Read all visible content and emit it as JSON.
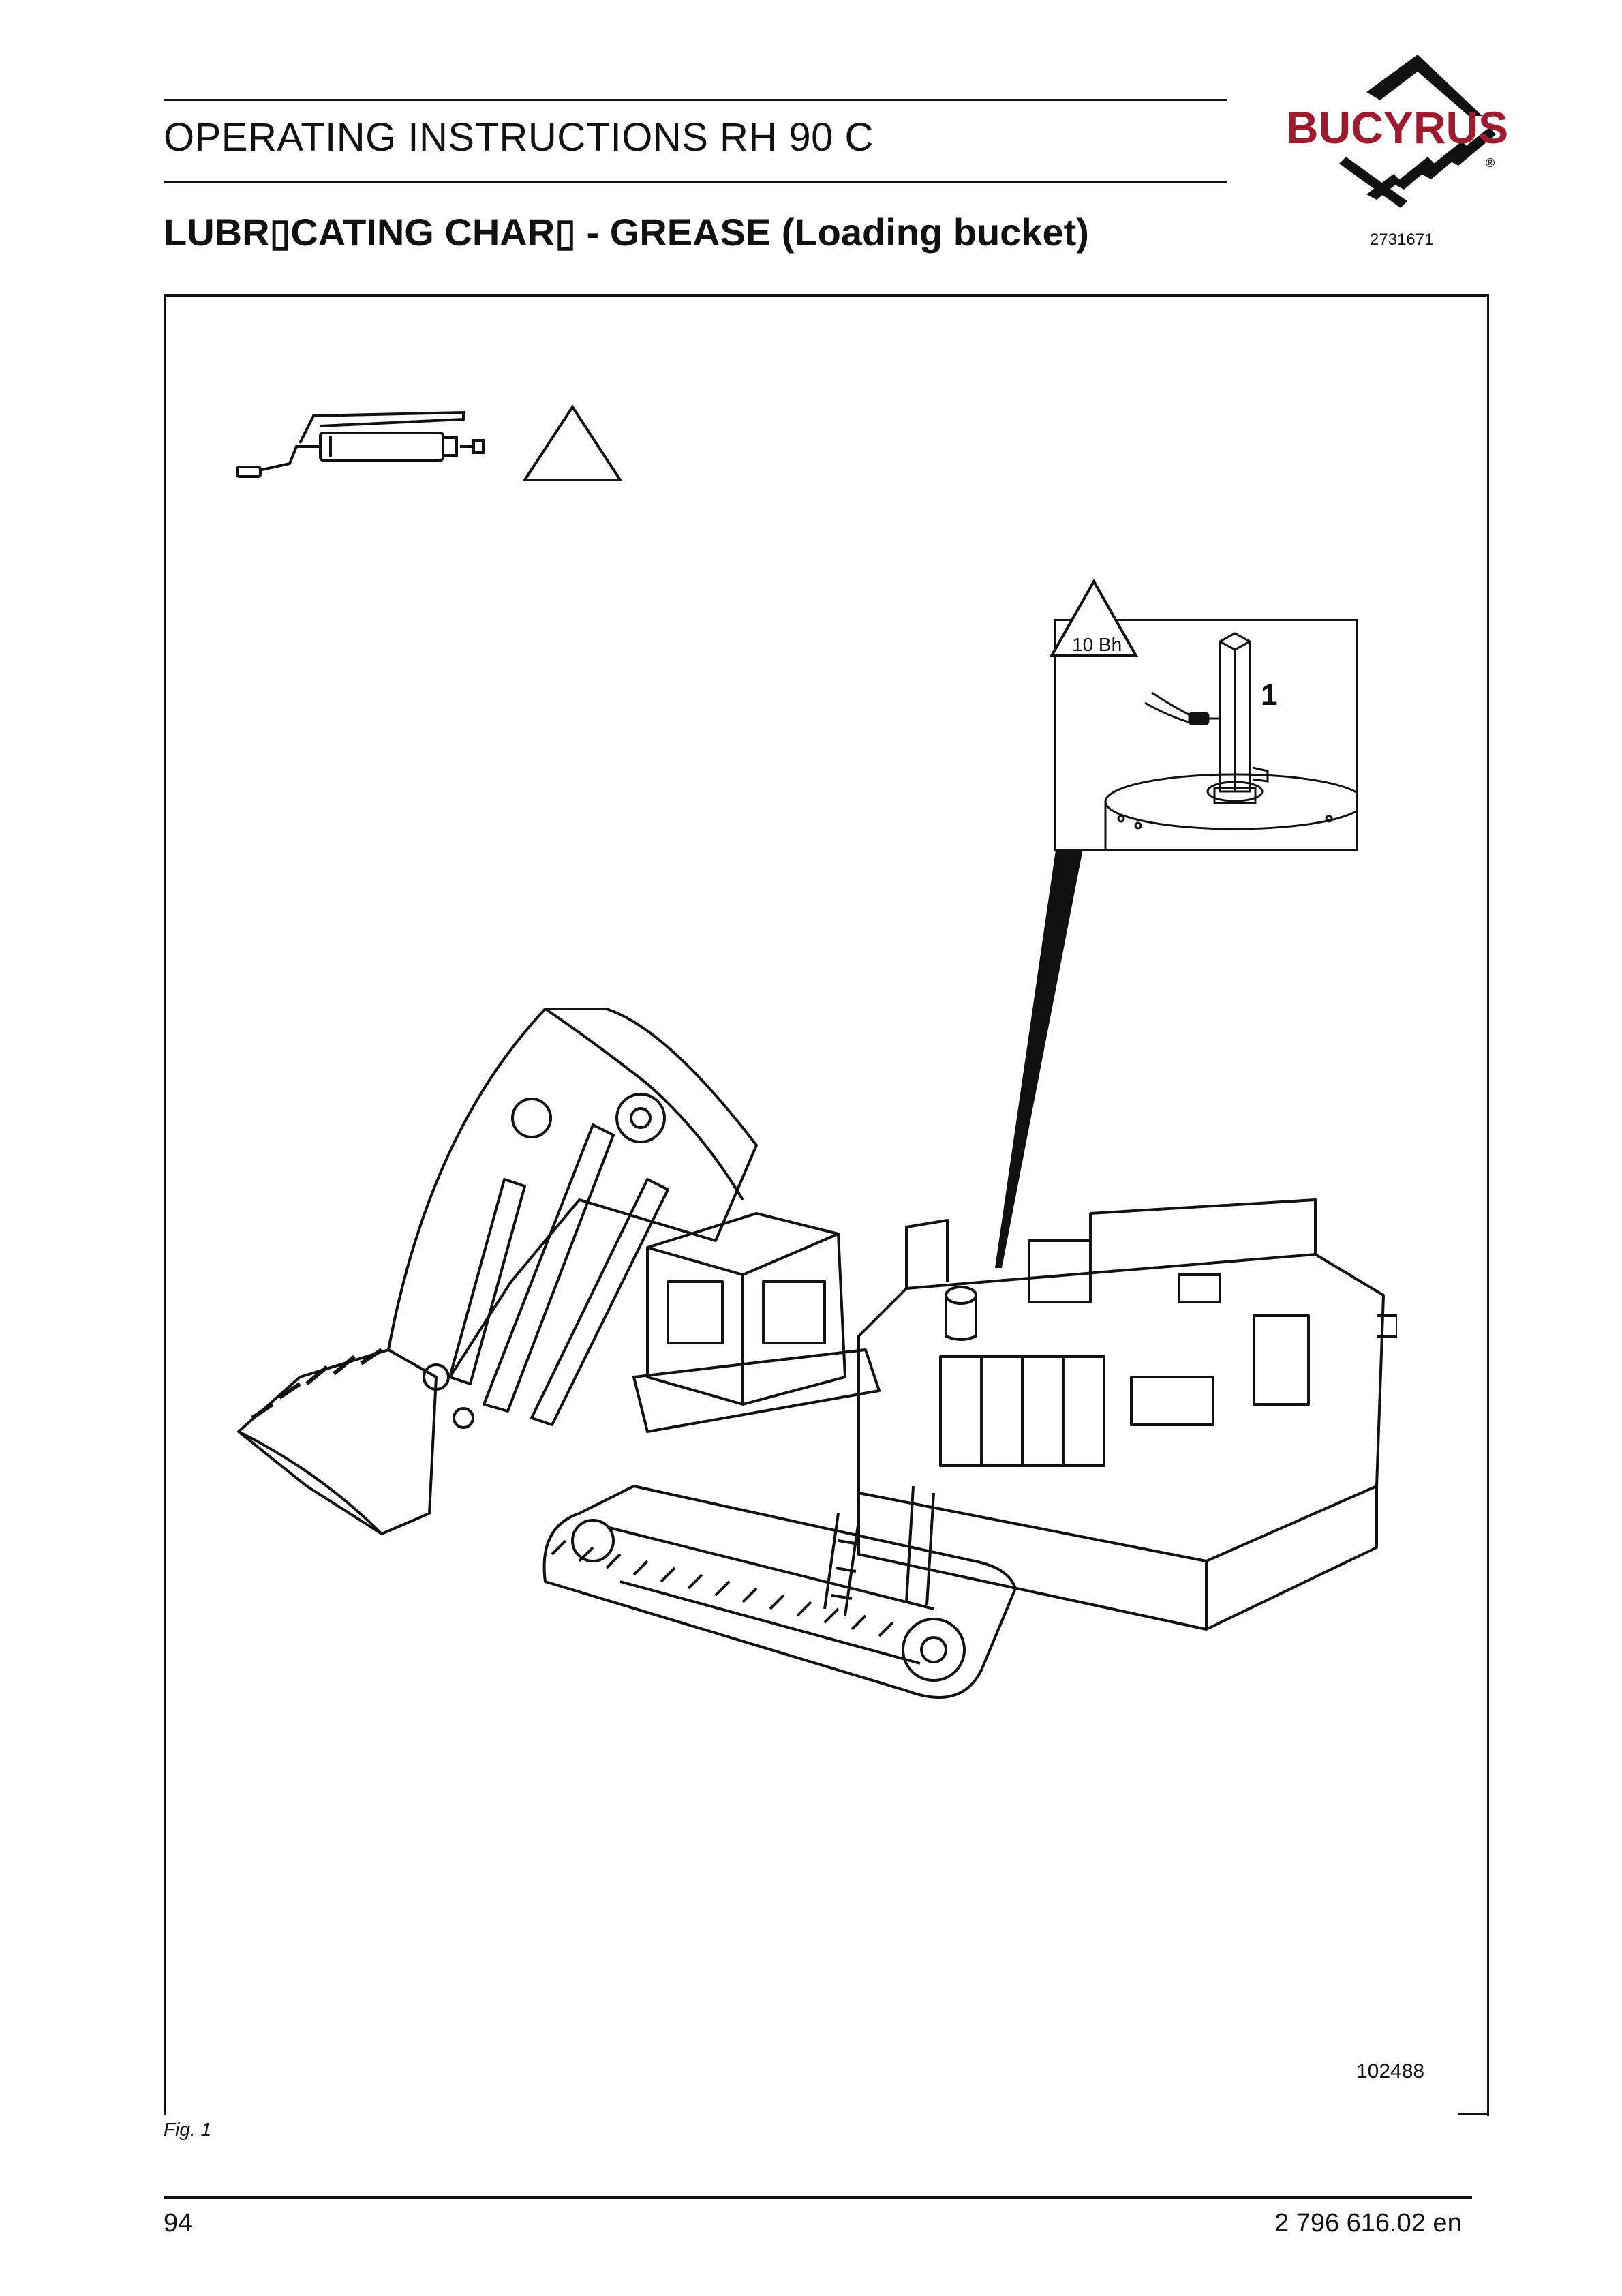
{
  "header": {
    "doc_title": "OPERATING INSTRUCTIONS RH 90 C",
    "section_title": "LUBR▯CATING CHAR▯ - GREASE (Loading bucket)",
    "doc_code": "2731671",
    "logo_text": "BUCYRUS",
    "logo_mark": "®"
  },
  "figure": {
    "interval_label": "10 Bh",
    "callout_number": "1",
    "figure_number": "102488",
    "caption": "Fig. 1",
    "icons": [
      "grease-gun-icon",
      "warning-triangle-icon"
    ]
  },
  "footer": {
    "page_number": "94",
    "doc_number": "2 796 616.02 en"
  },
  "colors": {
    "logo_red": "#9e1b2f",
    "ink": "#111111"
  }
}
